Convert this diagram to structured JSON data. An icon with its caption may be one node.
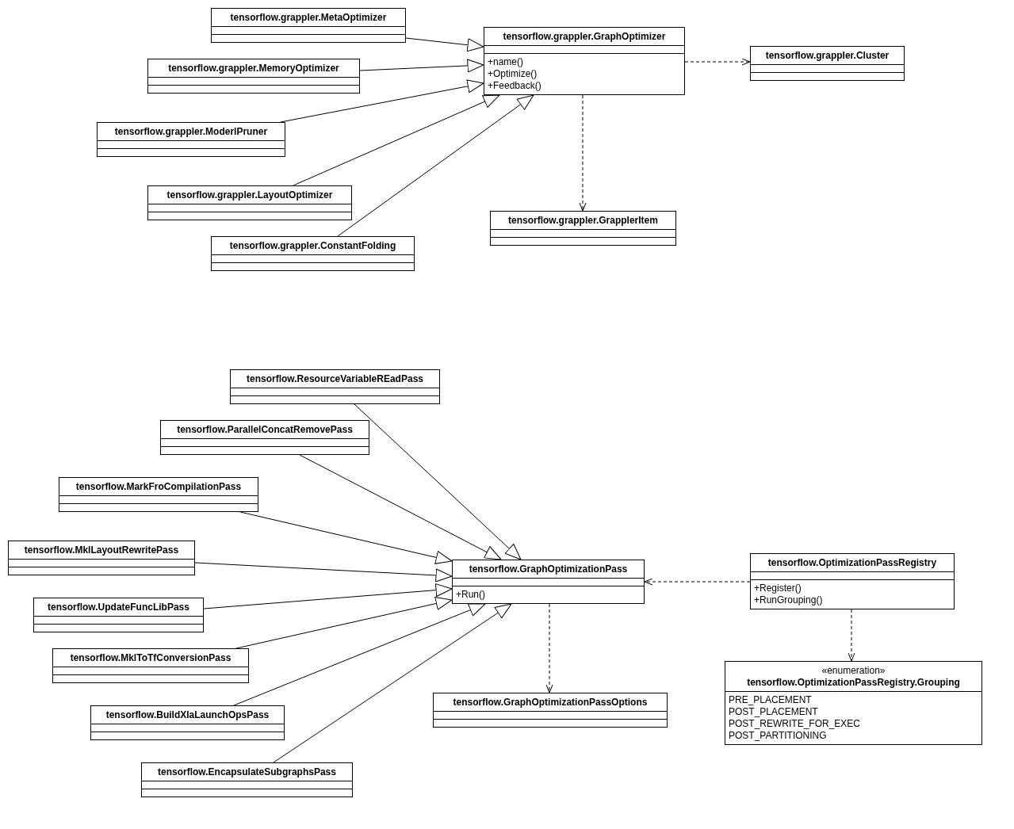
{
  "diagram": {
    "nodes": [
      {
        "text": [
          "tensorflow.grappler.MetaOptimizer"
        ]
      },
      {
        "text": [
          "tensorflow.grappler.GraphOptimizer",
          "+name()",
          "+Optimize()",
          "+Feedback()"
        ]
      },
      {
        "text": [
          "tensorflow.grappler.Cluster"
        ]
      },
      {
        "text": [
          "tensorflow.grappler.MemoryOptimizer"
        ]
      },
      {
        "text": [
          "tensorflow.grappler.ModerlPruner"
        ]
      },
      {
        "text": [
          "tensorflow.grappler.LayoutOptimizer"
        ]
      },
      {
        "text": [
          "tensorflow.grappler.GrapplerItem"
        ]
      },
      {
        "text": [
          "tensorflow.grappler.ConstantFolding"
        ]
      },
      {
        "text": [
          "tensorflow.ResourceVariableREadPass"
        ]
      },
      {
        "text": [
          "tensorflow.ParallelConcatRemovePass"
        ]
      },
      {
        "text": [
          "tensorflow.MarkFroCompilationPass"
        ]
      },
      {
        "text": [
          "tensorflow.MklLayoutRewritePass"
        ]
      },
      {
        "text": [
          "tensorflow.GraphOptimizationPass",
          "+Run()"
        ]
      },
      {
        "text": [
          "tensorflow.OptimizationPassRegistry",
          "+Register()",
          "+RunGrouping()"
        ]
      },
      {
        "text": [
          "tensorflow.UpdateFuncLibPass"
        ]
      },
      {
        "text": [
          "tensorflow.MklToTfConversionPass"
        ]
      },
      {
        "text": [
          "«enumeration»",
          "tensorflow.OptimizationPassRegistry.Grouping",
          "PRE_PLACEMENT",
          "POST_PLACEMENT",
          "POST_REWRITE_FOR_EXEC",
          "POST_PARTITIONING"
        ]
      },
      {
        "text": [
          "tensorflow.GraphOptimizationPassOptions"
        ]
      },
      {
        "text": [
          "tensorflow.BuildXlaLaunchOpsPass"
        ]
      },
      {
        "text": [
          "tensorflow.EncapsulateSubgraphsPass"
        ]
      }
    ],
    "edges": [
      {
        "from": 0,
        "to": 1,
        "arrow": "to"
      },
      {
        "from": 3,
        "to": 1,
        "arrow": "to"
      },
      {
        "from": 4,
        "to": 1,
        "arrow": "to"
      },
      {
        "from": 5,
        "to": 1,
        "arrow": "to"
      },
      {
        "from": 7,
        "to": 1,
        "arrow": "to"
      },
      {
        "from": 1,
        "to": 2,
        "arrow": "to",
        "style": "dashed"
      },
      {
        "from": 1,
        "to": 6,
        "arrow": "to",
        "style": "dashed"
      },
      {
        "from": 8,
        "to": 12,
        "arrow": "to"
      },
      {
        "from": 9,
        "to": 12,
        "arrow": "to"
      },
      {
        "from": 10,
        "to": 12,
        "arrow": "to"
      },
      {
        "from": 11,
        "to": 12,
        "arrow": "to"
      },
      {
        "from": 14,
        "to": 12,
        "arrow": "to"
      },
      {
        "from": 15,
        "to": 12,
        "arrow": "to"
      },
      {
        "from": 18,
        "to": 12,
        "arrow": "to"
      },
      {
        "from": 19,
        "to": 12,
        "arrow": "to"
      },
      {
        "from": 13,
        "to": 12,
        "arrow": "to",
        "style": "dashed"
      },
      {
        "from": 13,
        "to": 16,
        "arrow": "to",
        "style": "dashed"
      },
      {
        "from": 12,
        "to": 17,
        "arrow": "to",
        "style": "dashed"
      }
    ]
  }
}
